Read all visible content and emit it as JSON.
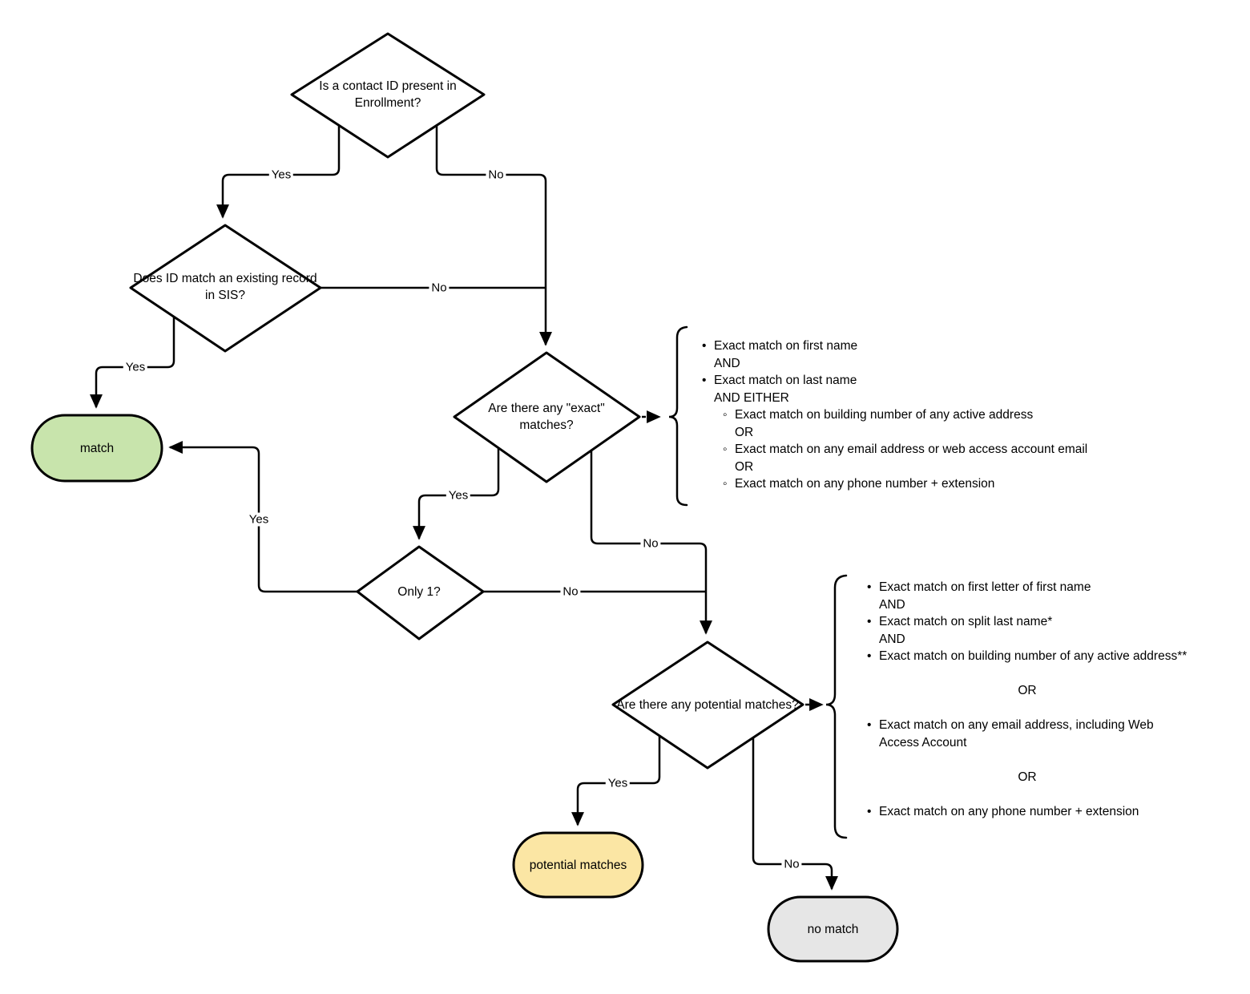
{
  "diagram_title": "contact matching flowchart",
  "colors": {
    "terminal_match_fill": "#c8e4ac",
    "terminal_potential_fill": "#fbe6a4",
    "terminal_no_match_fill": "#e6e6e6",
    "decision_fill": "#ffffff",
    "stroke": "#000000"
  },
  "nodes": {
    "decision_contact_id": {
      "label": "Is a contact ID present in Enrollment?"
    },
    "decision_id_match_sis": {
      "label": "Does ID match an existing record in SIS?"
    },
    "decision_exact_matches": {
      "label": "Are there any \"exact\" matches?"
    },
    "decision_only_one": {
      "label": "Only 1?"
    },
    "decision_potential_matches": {
      "label": "Are there any potential matches?"
    },
    "terminal_match": {
      "label": "match"
    },
    "terminal_potential_matches": {
      "label": "potential matches"
    },
    "terminal_no_match": {
      "label": "no match"
    }
  },
  "edges": {
    "contact_yes": "Yes",
    "contact_no": "No",
    "id_match_yes": "Yes",
    "id_match_no": "No",
    "exact_yes": "Yes",
    "exact_no": "No",
    "only_one_yes": "Yes",
    "only_one_no": "No",
    "potential_yes": "Yes",
    "potential_no": "No"
  },
  "criteria_exact": {
    "items": [
      {
        "bullet": "disc",
        "indent": 0,
        "text": "Exact match on first name"
      },
      {
        "bullet": "none",
        "indent": 1,
        "text": "AND"
      },
      {
        "bullet": "disc",
        "indent": 0,
        "text": "Exact match on last name"
      },
      {
        "bullet": "none",
        "indent": 1,
        "text": "AND EITHER"
      },
      {
        "bullet": "circle",
        "indent": 2,
        "text": "Exact match on building number of any active address"
      },
      {
        "bullet": "none",
        "indent": 2,
        "text": "OR"
      },
      {
        "bullet": "circle",
        "indent": 2,
        "text": "Exact match on any email address or web access account email"
      },
      {
        "bullet": "none",
        "indent": 2,
        "text": "OR"
      },
      {
        "bullet": "circle",
        "indent": 2,
        "text": "Exact match on any phone number + extension"
      }
    ]
  },
  "criteria_potential": {
    "items": [
      {
        "bullet": "disc",
        "indent": 0,
        "text": "Exact match on first letter of first name"
      },
      {
        "bullet": "none",
        "indent": 1,
        "text": "AND"
      },
      {
        "bullet": "disc",
        "indent": 0,
        "text": "Exact match on split last name*"
      },
      {
        "bullet": "none",
        "indent": 1,
        "text": "AND"
      },
      {
        "bullet": "disc",
        "indent": 0,
        "text": "Exact match on building number of any active address**"
      },
      {
        "bullet": "none",
        "indent": 0,
        "align": "center",
        "gap": true,
        "text": "OR"
      },
      {
        "bullet": "disc",
        "indent": 0,
        "gap": true,
        "text": "Exact match on any email address, including Web Access Account"
      },
      {
        "bullet": "none",
        "indent": 0,
        "align": "center",
        "gap": true,
        "text": "OR"
      },
      {
        "bullet": "disc",
        "indent": 0,
        "gap": true,
        "text": "Exact match on any phone number + extension"
      }
    ]
  }
}
